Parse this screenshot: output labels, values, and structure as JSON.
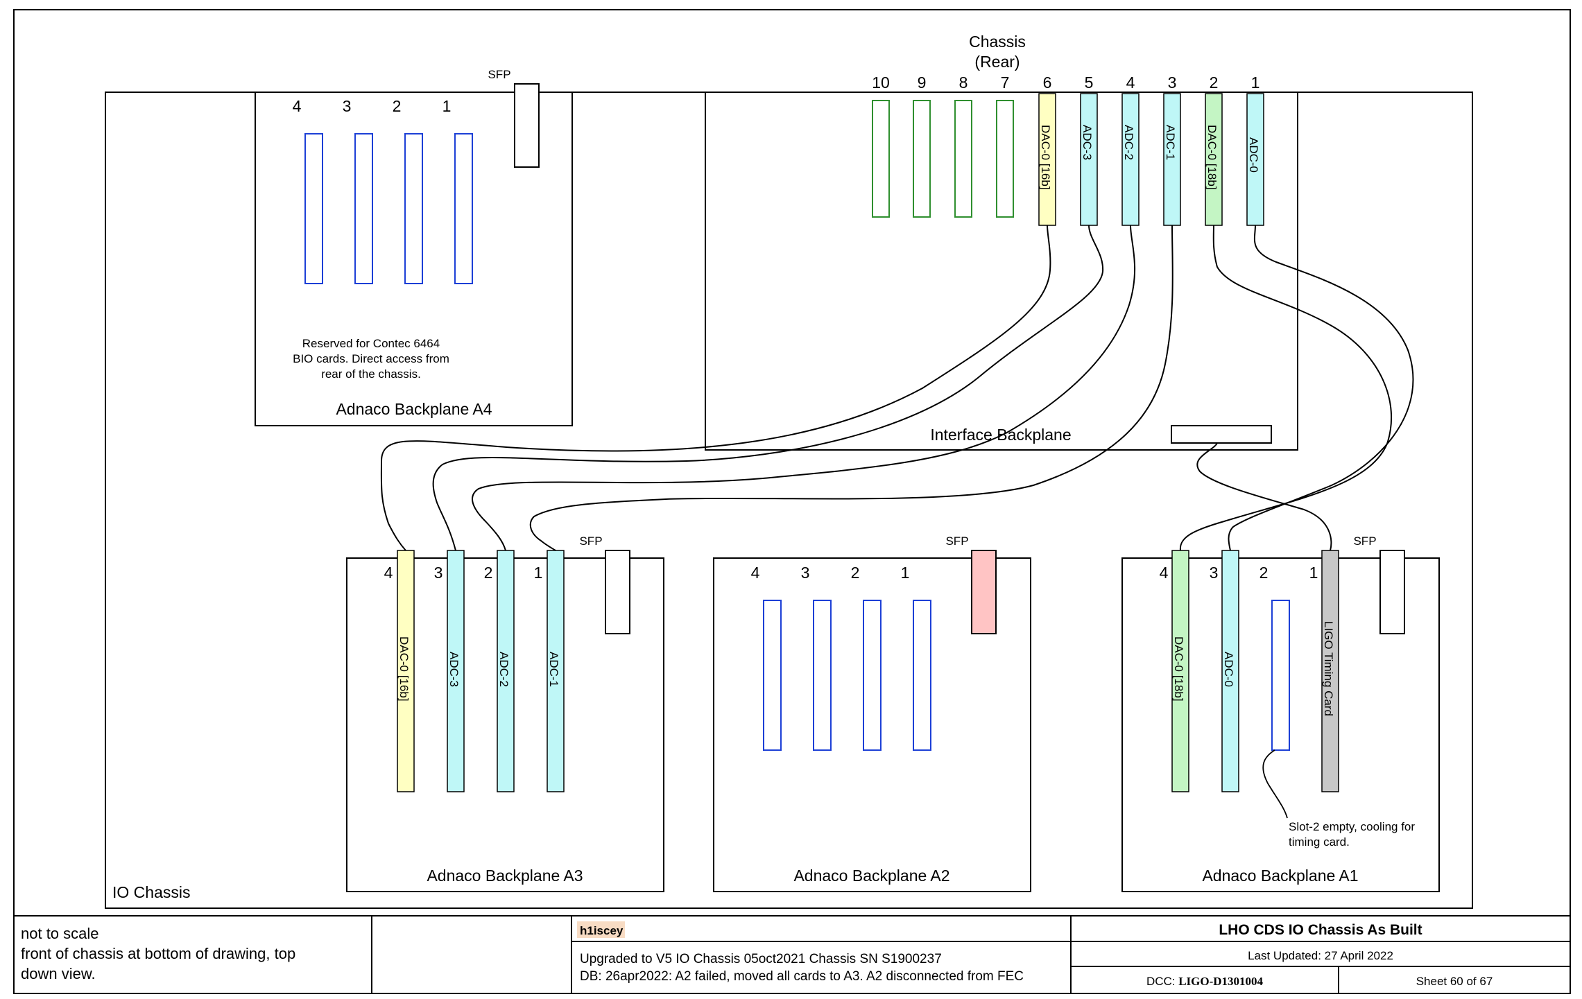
{
  "colors": {
    "empty_slot": "#1c3fd6",
    "rear_empty": "#2f8f2f",
    "adc": "#bff7f7",
    "dac_16b": "#ffffc2",
    "dac_18b": "#c4f5c4",
    "timing": "#c8c8c8",
    "sfp_failed": "#ffc4c4",
    "title_highlight": "#f8dcc4"
  },
  "diagram": {
    "io_chassis_label": "IO Chassis",
    "chassis_rear_line1": "Chassis",
    "chassis_rear_line2": "(Rear)",
    "sfp_label": "SFP",
    "interface_backplane": {
      "label": "Interface Backplane",
      "slot_numbers": [
        "10",
        "9",
        "8",
        "7",
        "6",
        "5",
        "4",
        "3",
        "2",
        "1"
      ],
      "cards": {
        "6": "DAC-0 [16b]",
        "5": "ADC-3",
        "4": "ADC-2",
        "3": "ADC-1",
        "2": "DAC-0 [18b]",
        "1": "ADC-0"
      }
    },
    "a4": {
      "label": "Adnaco Backplane A4",
      "slot_numbers": [
        "4",
        "3",
        "2",
        "1"
      ],
      "note_lines": [
        "Reserved for Contec 6464",
        "BIO cards. Direct access from",
        "rear of the chassis."
      ]
    },
    "a3": {
      "label": "Adnaco Backplane A3",
      "slot_numbers": [
        "4",
        "3",
        "2",
        "1"
      ],
      "cards": [
        "DAC-0 [16b]",
        "ADC-3",
        "ADC-2",
        "ADC-1"
      ]
    },
    "a2": {
      "label": "Adnaco Backplane A2",
      "slot_numbers": [
        "4",
        "3",
        "2",
        "1"
      ]
    },
    "a1": {
      "label": "Adnaco Backplane A1",
      "slot_numbers": [
        "4",
        "3",
        "2",
        "1"
      ],
      "cards": [
        "DAC-0 [18b]",
        "ADC-0",
        "",
        "LIGO Timing Card"
      ],
      "note_lines": [
        "Slot-2 empty, cooling for",
        "timing card."
      ]
    }
  },
  "title_block": {
    "notes": [
      "not to scale",
      "front of chassis at bottom of drawing, top",
      "down view."
    ],
    "model": "h1iscey",
    "upgrade_note": "Upgraded to V5 IO Chassis 05oct2021 Chassis SN S1900237",
    "db_note": "DB: 26apr2022: A2 failed, moved all cards to A3. A2 disconnected from FEC",
    "title": "LHO CDS IO Chassis As Built",
    "last_updated": "Last Updated: 27 April 2022",
    "dcc_prefix": "DCC: ",
    "dcc_number": "LIGO-D1301004",
    "sheet": "Sheet 60 of 67"
  }
}
